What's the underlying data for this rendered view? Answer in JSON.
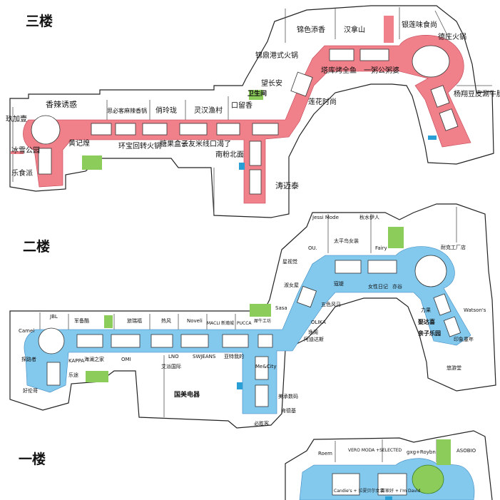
{
  "floors": {
    "third": {
      "title": "三楼",
      "shops": {
        "s1": "锦色添香",
        "s2": "汉拿山",
        "s3": "银莲味食尚",
        "s4": "德庄火锅",
        "s5": "锦鼎港式火锅",
        "s6": "望长安",
        "s7": "塔库烤全鱼",
        "s8": "一粥公粥婆",
        "s9": "杨翔豆皮涮牛肚",
        "s10": "卫生间",
        "s11": "口留香",
        "s12": "莲花时尚",
        "s13": "香辣诱惑",
        "s14": "思必客麻辣香锅",
        "s15": "俏玲珑",
        "s16": "灵汉渔村",
        "s17": "玖加壹",
        "s18": "冰雪公园",
        "s19": "黄记煌",
        "s20": "环宝回转火锅",
        "s21": "糖果盒子",
        "s22": "云友米线",
        "s23": "口渴了",
        "s24": "南粉北面",
        "s25": "乐食派",
        "s26": "涛迈泰"
      }
    },
    "second": {
      "title": "二楼",
      "shops": {
        "s1": "Jessi Mode",
        "s2": "秋水伊人",
        "s3": "OU.",
        "s4": "太平鸟女装",
        "s5": "Fairy",
        "s6": "耐克工厂店",
        "s7": "星视觉",
        "s8": "淑女屋",
        "s9": "寇媞",
        "s10": "女性日记",
        "s11": "亦谷",
        "s12": "Sasa",
        "s13": "五色风马",
        "s14": "力果",
        "s15": "Watson's",
        "s16": "JBL",
        "s17": "军备酷",
        "s18": "旅瑞福",
        "s19": "热风",
        "s20": "Noveli",
        "s21": "MACLI",
        "s22": "新瀚城",
        "s23": "PUCCA",
        "s24": "犀牛工坊",
        "s25": "OLIKA",
        "s26": "逸阁",
        "s27": "阿迪达斯",
        "s28": "娶达喜",
        "s29": "亲子乐园",
        "s30": "印象童年",
        "s31": "Camel",
        "s32": "探路者",
        "s33": "KAPPA",
        "s34": "海澜之家",
        "s35": "OMI",
        "s36": "LNO",
        "s37": "艾派国际",
        "s38": "SWJEANS",
        "s39": "亚特我的",
        "s40": "Me&City",
        "s41": "悠游堂",
        "s42": "乐途",
        "s43": "国美电器",
        "s44": "美承数码",
        "s45": "好伦哥",
        "s46": "肯德基",
        "s47": "必胜客"
      }
    },
    "first": {
      "title": "一楼",
      "shops": {
        "s1": "Roem",
        "s2": "VERO MODA +SELECTED",
        "s3": "gxg+Roybn",
        "s4": "ASOBIO",
        "s5": "Candie's + 拉夏贝尔女装",
        "s6": "百家好 + I'm David"
      }
    }
  },
  "colors": {
    "third_floor_corridor": "#f0818b",
    "second_floor_corridor": "#83c9ee",
    "restroom_green": "#8ccc5a",
    "elevator_blue": "#2a9fd6"
  }
}
